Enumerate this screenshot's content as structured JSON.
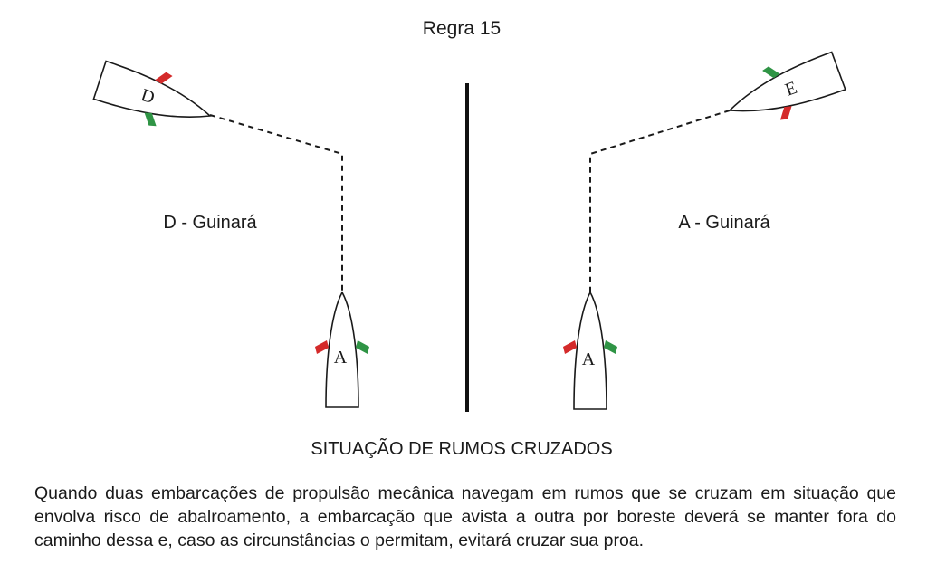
{
  "title": "Regra 15",
  "left_scene": {
    "vessel_give_way_label": "D",
    "vessel_stand_on_label": "A",
    "caption": "D - Guinará"
  },
  "right_scene": {
    "vessel_give_way_label": "E",
    "vessel_stand_on_label": "A",
    "caption": "A - Guinará"
  },
  "situation_title": "SITUAÇÃO DE RUMOS CRUZADOS",
  "description": "Quando duas embarcações de propulsão mecânica navegam em rumos que se cruzam em situação que envolva risco de abalroamento, a embarcação que avista  a outra por boreste deverá se manter fora do caminho dessa e, caso as circunstâncias o permitam, evitará cruzar sua proa.",
  "colors": {
    "port_light": "#d42a2a",
    "starboard_light": "#2f9445",
    "outline": "#1a1a1a"
  }
}
